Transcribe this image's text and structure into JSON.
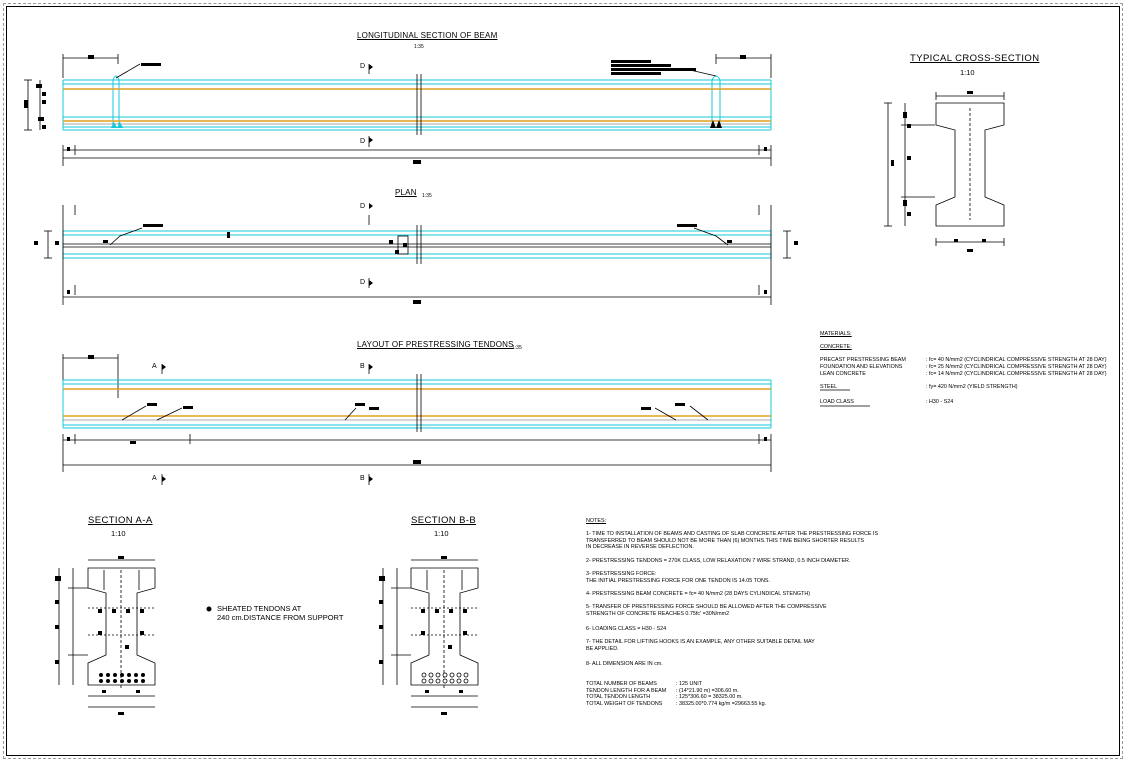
{
  "drawings": {
    "longitudinal": {
      "title": "LONGITUDINAL SECTION OF BEAM",
      "scale": "1:35",
      "cut_label": "D"
    },
    "plan": {
      "title": "PLAN",
      "scale": "1:35",
      "cut_label": "D"
    },
    "layout": {
      "title": "LAYOUT OF PRESTRESSING TENDONS",
      "scale": "1:35",
      "cut_a": "A",
      "cut_b": "B"
    },
    "typical": {
      "title": "TYPICAL CROSS-SECTION",
      "scale": "1:10"
    },
    "section_aa": {
      "title": "SECTION  A-A",
      "scale": "1:10"
    },
    "section_bb": {
      "title": "SECTION  B-B",
      "scale": "1:10"
    }
  },
  "sheated_note": [
    "SHEATED TENDONS AT",
    "240 cm.DISTANCE FROM SUPPORT"
  ],
  "materials": {
    "heading": "MATERIALS:",
    "concrete_heading": "CONCRETE:",
    "rows": [
      {
        "name": "PRECAST PRESTRESSING BEAM",
        "value": ": fc= 40 N/mm2 (CYCLINDRICAL COMPRESSIVE STRENGTH AT 28 DAY)"
      },
      {
        "name": "FOUNDATION AND ELEVATIONS",
        "value": ": fc= 25 N/mm2 (CYCLINDRICAL COMPRESSIVE STRENGTH AT 28 DAY)"
      },
      {
        "name": "LEAN CONCRETE",
        "value": ": fc= 14 N/mm2 (CYCLINDRICAL COMPRESSIVE STRENGTH AT 28 DAY)"
      }
    ],
    "steel_label": "STEEL",
    "steel_value": ": fy= 420 N/mm2 (YIELD STRENGTH)",
    "load_label": "LOAD CLASS",
    "load_value": ": H30 - S24"
  },
  "notes": {
    "heading": "NOTES:",
    "items": [
      [
        "1- TIME TO INSTALLATION OF BEAMS AND CASTING OF SLAB CONCRETE AFTER THE PRESTRESSING FORCE IS",
        "    TRANSFERRED TO BEAM SHOULD NOT BE MORE THAN (6) MONTHS.THIS TIME BEING SHORTER RESULTS",
        "    IN DECREASE IN REVERSE DEFLECTION."
      ],
      [
        "2- PRESTRESSING TENDONS = 270K CLASS, LOW RELAXATION 7 WIRE STRAND, 0.5 INCH DIAMETER."
      ],
      [
        "3- PRESTRESSING FORCE:",
        "    THE INITIAL PRESTRESSING FORCE FOR ONE TENDON IS 14.05 TONS."
      ],
      [
        "4- PRESTRESSING BEAM CONCRETE = fc= 40 N/mm2 (28 DAYS CYLINDICAL STENGTH)"
      ],
      [
        "5- TRANSFER OF PRESTRESSING FORCE SHOULD BE ALLOWED AFTER THE COMPRESSIVE",
        "    STRENGTH OF CONCRETE REACHES 0.75fc' =30N/mm2"
      ],
      [
        "6- LOADING CLASS = H30 - S24"
      ],
      [
        "7- THE DETAIL FOR LIFTING HOOKS IS AN EXAMPLE, ANY OTHER SUITABLE DETAIL MAY",
        "    BE APPLIED."
      ],
      [
        "8- ALL DIMENSION ARE IN cm."
      ]
    ]
  },
  "totals": [
    {
      "label": "TOTAL NUMBER OF BEAMS",
      "value": ": 125 UNIT"
    },
    {
      "label": "TENDON LENGTH FOR A BEAM",
      "value": ": (14*21.90 m) =306.60 m."
    },
    {
      "label": "TOTAL TENDON LENGTH",
      "value": ": 125*306.60 = 38325.00 m."
    },
    {
      "label": "TOTAL WEIGHT OF TENDONS",
      "value": ": 38325.00*0.774 kg/m =29663.55 kg."
    }
  ],
  "colors": {
    "cyan": "#14c8d8",
    "orange": "#e0a020",
    "black": "#000000"
  }
}
